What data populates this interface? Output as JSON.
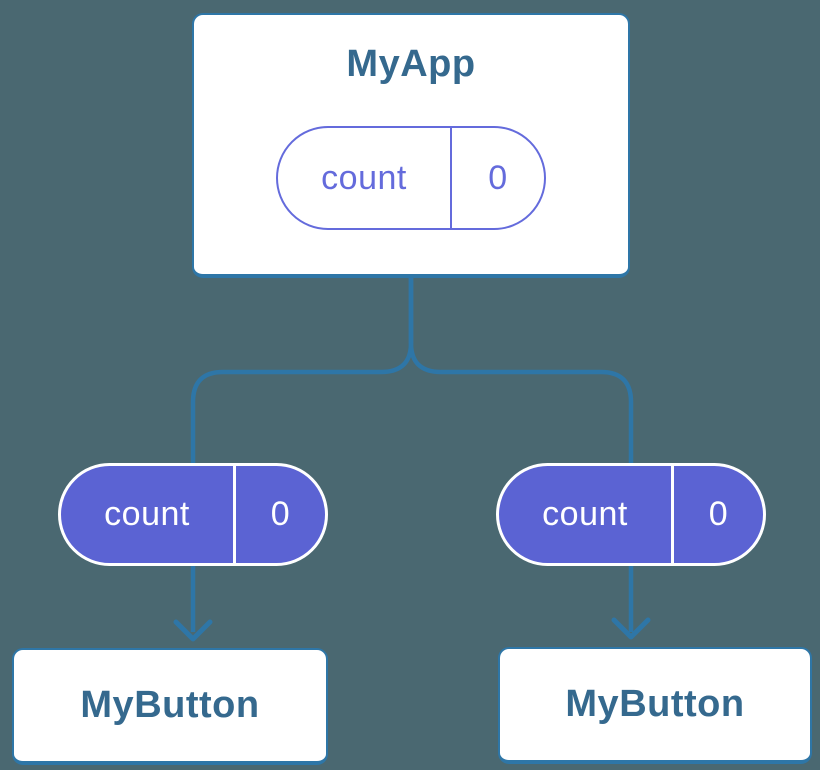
{
  "diagram": {
    "description": "React component tree diagram showing state in each component",
    "colors": {
      "background": "#4a6871",
      "connector_blue": "#2e76a7",
      "node_fill": "#ffffff",
      "node_title_blue": "#35698e",
      "state_pill_purple_fill": "#5b63d3",
      "state_pill_purple_outline": "#646bdc",
      "state_pill_text_on_purple": "#ffffff"
    },
    "tree": {
      "root": {
        "title": "MyApp",
        "state": {
          "label": "count",
          "value": "0"
        }
      },
      "children": [
        {
          "title": "MyButton",
          "state": {
            "label": "count",
            "value": "0"
          }
        },
        {
          "title": "MyButton",
          "state": {
            "label": "count",
            "value": "0"
          }
        }
      ]
    }
  }
}
